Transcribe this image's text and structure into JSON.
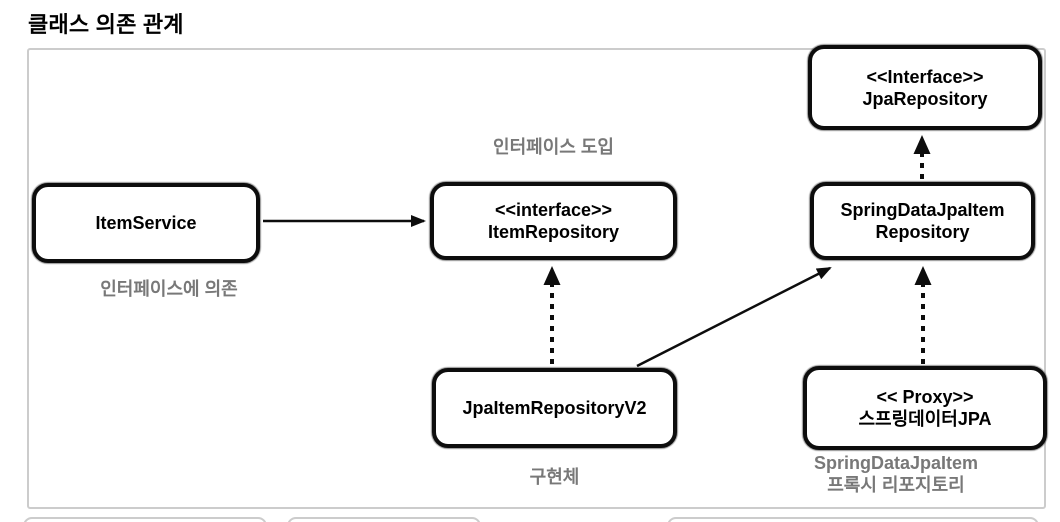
{
  "page": {
    "title": "클래스 의존 관계"
  },
  "nodes": {
    "itemService": {
      "line1": "ItemService"
    },
    "itemRepository": {
      "line1": "<<interface>>",
      "line2": "ItemRepository"
    },
    "jpaRepository": {
      "line1": "<<Interface>>",
      "line2": "JpaRepository"
    },
    "springDataJpaItemRepository": {
      "line1": "SpringDataJpaItem",
      "line2": "Repository"
    },
    "jpaItemRepositoryV2": {
      "line1": "JpaItemRepositoryV2"
    },
    "springDataProxy": {
      "line1": "<< Proxy>>",
      "line2": "스프링데이터JPA"
    }
  },
  "labels": {
    "interfaceIntro": "인터페이스 도입",
    "dependsOnInterface": "인터페이스에 의존",
    "implementation": "구현체",
    "proxyRepoLine1": "SpringDataJpaItem",
    "proxyRepoLine2": "프록시 리포지토리"
  },
  "edges": [
    {
      "from": "ItemService",
      "to": "ItemRepository",
      "style": "solid-arrow"
    },
    {
      "from": "JpaItemRepositoryV2",
      "to": "ItemRepository",
      "style": "dashed-arrow"
    },
    {
      "from": "JpaItemRepositoryV2",
      "to": "SpringDataJpaItemRepository",
      "style": "solid-arrow"
    },
    {
      "from": "SpringDataJpaItemRepository",
      "to": "JpaRepository",
      "style": "dashed-arrow"
    },
    {
      "from": "스프링데이터JPA Proxy",
      "to": "SpringDataJpaItemRepository",
      "style": "dashed-arrow"
    }
  ],
  "colors": {
    "nodeBorder": "#0d0d0d",
    "arrow": "#0d0d0d",
    "annotationText": "#787878",
    "frameBorder": "#cccccc",
    "background": "#ffffff"
  }
}
